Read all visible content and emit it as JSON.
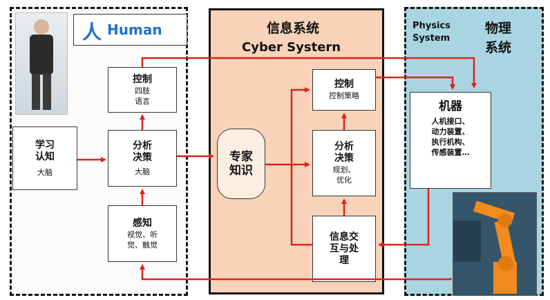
{
  "human": {
    "logo_glyph": "人",
    "title": "Human",
    "control": {
      "title": "控制",
      "sub1": "四肢",
      "sub2": "语言"
    },
    "learn": {
      "line1": "学习",
      "line2": "认知",
      "sub": "大脑"
    },
    "analyze": {
      "line1": "分析",
      "line2": "决策",
      "sub": "大脑"
    },
    "sense": {
      "title": "感知",
      "sub1": "视觉、听",
      "sub2": "觉、触觉"
    }
  },
  "cyber": {
    "title_cn": "信息系统",
    "title_en": "Cyber Systern",
    "expert": {
      "line1": "专家",
      "line2": "知识"
    },
    "control": {
      "title": "控制",
      "sub": "控制策略"
    },
    "analyze": {
      "line1": "分析",
      "line2": "决策",
      "sub1": "规划、",
      "sub2": "优化"
    },
    "info": {
      "line1": "信息交",
      "line2": "互与处",
      "line3": "理"
    }
  },
  "physical": {
    "title_en_1": "Physics",
    "title_en_2": "System",
    "title_cn_1": "物理",
    "title_cn_2": "系统",
    "machine": {
      "title": "机器",
      "items": [
        "人机接口、",
        "动力装置、",
        "执行机构、",
        "传感装置…"
      ]
    }
  },
  "colors": {
    "arrow": "#e0201b",
    "cyber_bg": "#f8d3b9",
    "phys_bg": "#a9d5e3",
    "logo": "#1e73c8"
  }
}
